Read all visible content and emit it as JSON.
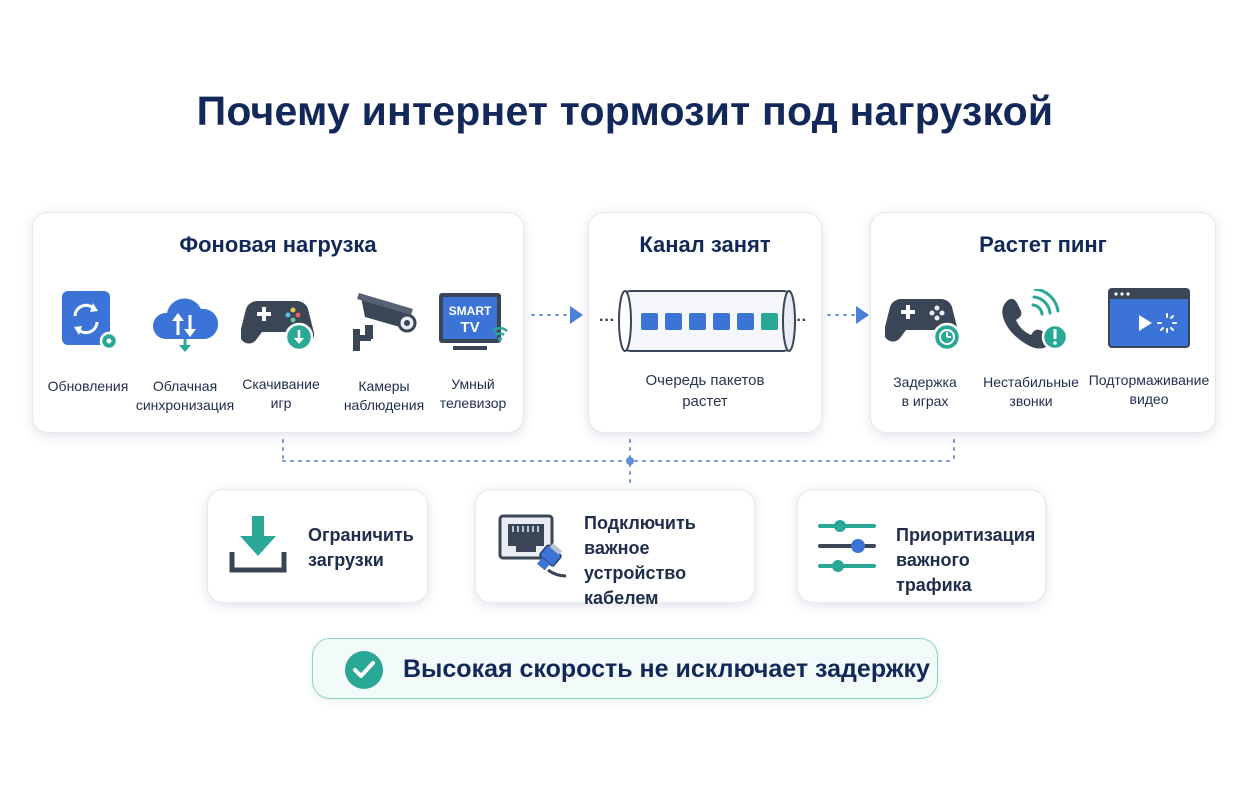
{
  "title": "Почему интернет тормозит под нагрузкой",
  "background_load": {
    "title": "Фоновая нагрузка",
    "items": [
      {
        "label": "Обновления",
        "icon": "refresh-icon"
      },
      {
        "label": "Облачная\nсинхронизация",
        "icon": "cloud-sync-icon"
      },
      {
        "label": "Скачивание\nигр",
        "icon": "gamepad-download-icon"
      },
      {
        "label": "Камеры\nнаблюдения",
        "icon": "security-camera-icon"
      },
      {
        "label": "Умный\nтелевизор",
        "icon": "smart-tv-icon",
        "tv_text_1": "SMART",
        "tv_text_2": "TV"
      }
    ]
  },
  "channel_busy": {
    "title": "Канал занят",
    "caption": "Очередь пакетов\nрастет",
    "queue_packets": 6
  },
  "ping_rises": {
    "title": "Растет пинг",
    "items": [
      {
        "label": "Задержка\nв играх",
        "icon": "gamepad-clock-icon"
      },
      {
        "label": "Нестабильные\nзвонки",
        "icon": "phone-warning-icon"
      },
      {
        "label": "Подтормаживание\nвидео",
        "icon": "video-buffering-icon"
      }
    ]
  },
  "solutions": [
    {
      "label": "Ограничить\nзагрузки",
      "icon": "download-limit-icon"
    },
    {
      "label": "Подключить\nважное устройство\nкабелем",
      "icon": "ethernet-cable-icon"
    },
    {
      "label": "Приоритизация\nважного трафика",
      "icon": "priority-sliders-icon"
    }
  ],
  "footer": {
    "text": "Высокая скорость не исключает задержку",
    "icon": "check-circle-icon"
  },
  "colors": {
    "navy": "#13285a",
    "blue": "#3b74d6",
    "teal": "#2aa896",
    "dark_icon": "#3a4656",
    "connector": "#5b8fd9"
  }
}
